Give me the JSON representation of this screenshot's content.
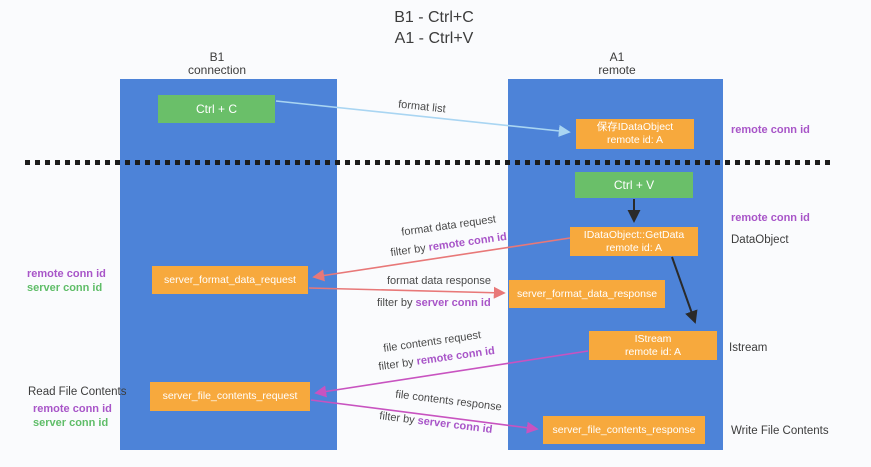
{
  "title": {
    "line1": "B1 - Ctrl+C",
    "line2": "A1 - Ctrl+V"
  },
  "columns": {
    "left": {
      "header_line1": "B1",
      "header_line2": "connection"
    },
    "right": {
      "header_line1": "A1",
      "header_line2": "remote"
    }
  },
  "nodes": {
    "ctrl_c": "Ctrl + C",
    "ctrl_v": "Ctrl + V",
    "save_dataobject": {
      "line1": "保存IDataObject",
      "line2": "remote id: A"
    },
    "getdata": {
      "line1": "IDataObject::GetData",
      "line2": "remote id: A"
    },
    "istream": {
      "line1": "IStream",
      "line2": "remote id: A"
    },
    "format_request": "server_format_data_request",
    "format_response": "server_format_data_response",
    "file_request": "server_file_contents_request",
    "file_response": "server_file_contents_response"
  },
  "labels": {
    "format_list": "format list",
    "format_data_request": "format data request",
    "format_data_response": "format data response",
    "file_contents_request": "file contents request",
    "file_contents_response": "file contents response",
    "filter_by": "filter by ",
    "remote_conn_id": "remote conn id",
    "server_conn_id": "server conn id",
    "dataobject": "DataObject",
    "istream_side": "Istream",
    "read_file_contents": "Read File Contents",
    "write_file_contents": "Write File Contents"
  },
  "colors": {
    "column_blue": "#4d83d8",
    "node_green": "#6abf69",
    "node_orange": "#f7a93d",
    "purple_text": "#a855c8",
    "green_text": "#5fbd68",
    "arrow_blue": "#a9d5f2",
    "arrow_red": "#e87878",
    "arrow_magenta": "#c853c0",
    "arrow_black": "#2a2a2a",
    "background": "#fafbfd"
  }
}
